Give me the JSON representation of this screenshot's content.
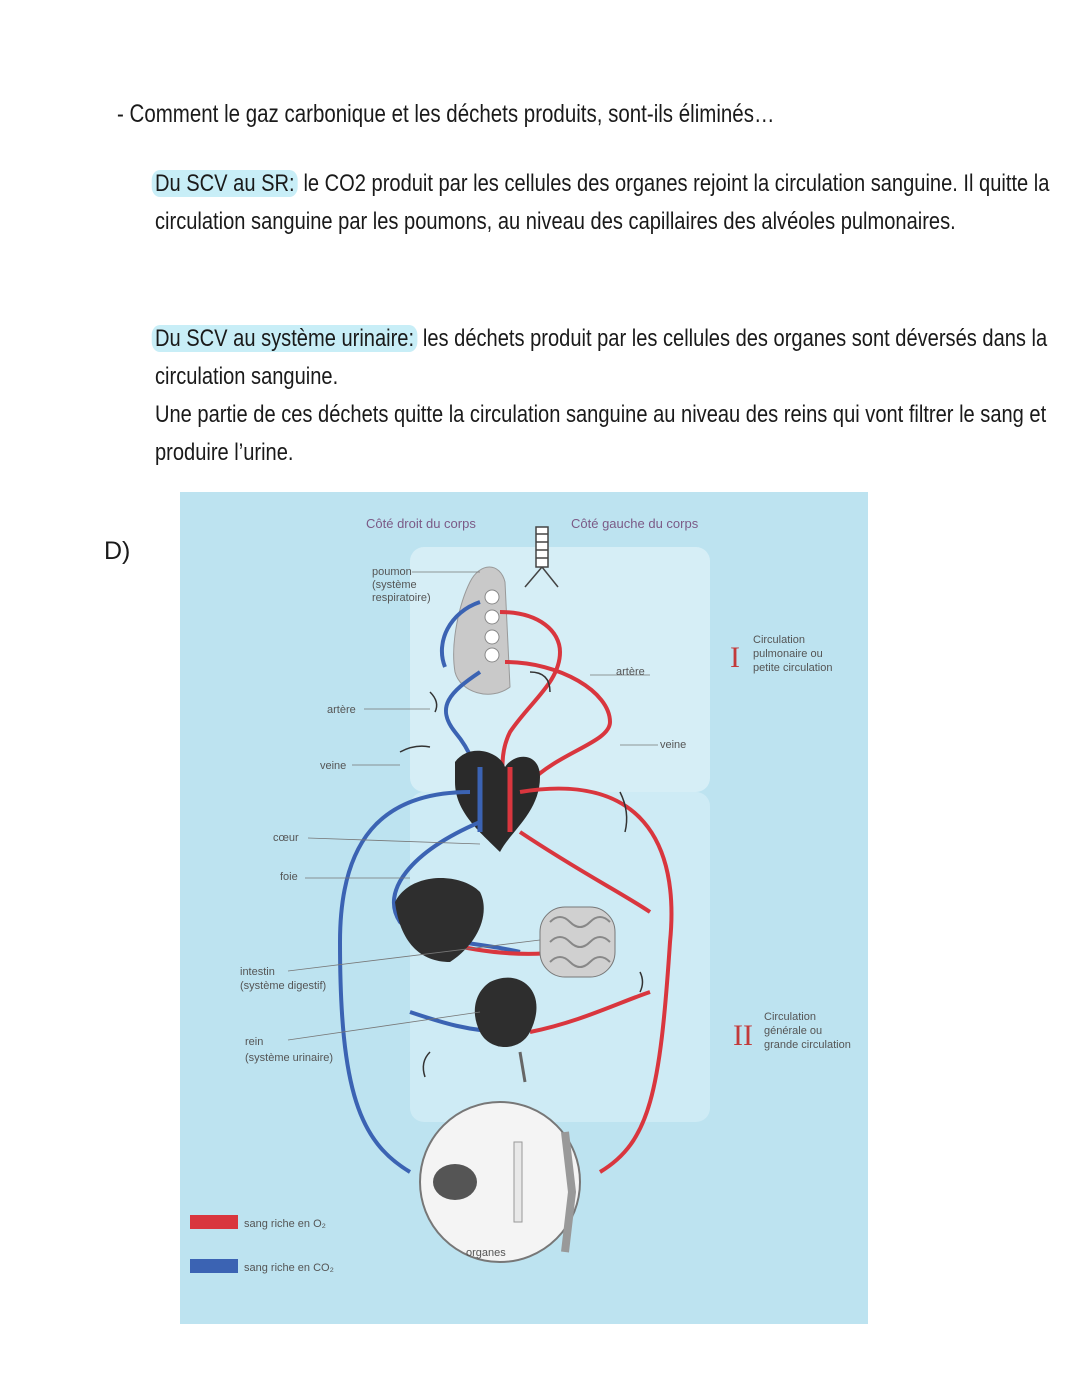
{
  "question": "- Comment le gaz carbonique et les déchets produits, sont-ils éliminés…",
  "section1": {
    "highlight": "Du SCV au SR:",
    "text": " le CO2 produit par les cellules des organes rejoint la circulation sanguine. Il quitte la circulation sanguine par les poumons, au niveau des capillaires des alvéoles pulmonaires."
  },
  "section2": {
    "highlight": "Du SCV au système urinaire:",
    "text_line1": " les déchets produit par les cellules des organes sont déversés dans la circulation sanguine.",
    "text_line2": "Une partie de ces déchets quitte la circulation sanguine au niveau des reins qui vont filtrer le sang et produire l’urine."
  },
  "d_label": "D)",
  "figure": {
    "header_right_side": "Côté droit du corps",
    "header_left_side": "Côté gauche du corps",
    "labels": {
      "poumon_1": "poumon",
      "poumon_2": "(système",
      "poumon_3": "respiratoire)",
      "artere_left": "artère",
      "veine_left": "veine",
      "coeur": "cœur",
      "foie": "foie",
      "intestin_1": "intestin",
      "intestin_2": "(système digestif)",
      "rein_1": "rein",
      "rein_2": "(système urinaire)",
      "artere_right": "artère",
      "veine_right": "veine",
      "organes": "organes"
    },
    "circulation_1": {
      "numeral": "I",
      "line1": "Circulation",
      "line2": "pulmonaire ou",
      "line3": "petite circulation"
    },
    "circulation_2": {
      "numeral": "II",
      "line1": "Circulation",
      "line2": "générale ou",
      "line3": "grande circulation"
    },
    "legend": {
      "red": "sang riche en O₂",
      "blue": "sang riche en CO₂"
    },
    "colors": {
      "red": "#d9363e",
      "blue": "#3b63b3",
      "background": "#bde3f0"
    }
  }
}
